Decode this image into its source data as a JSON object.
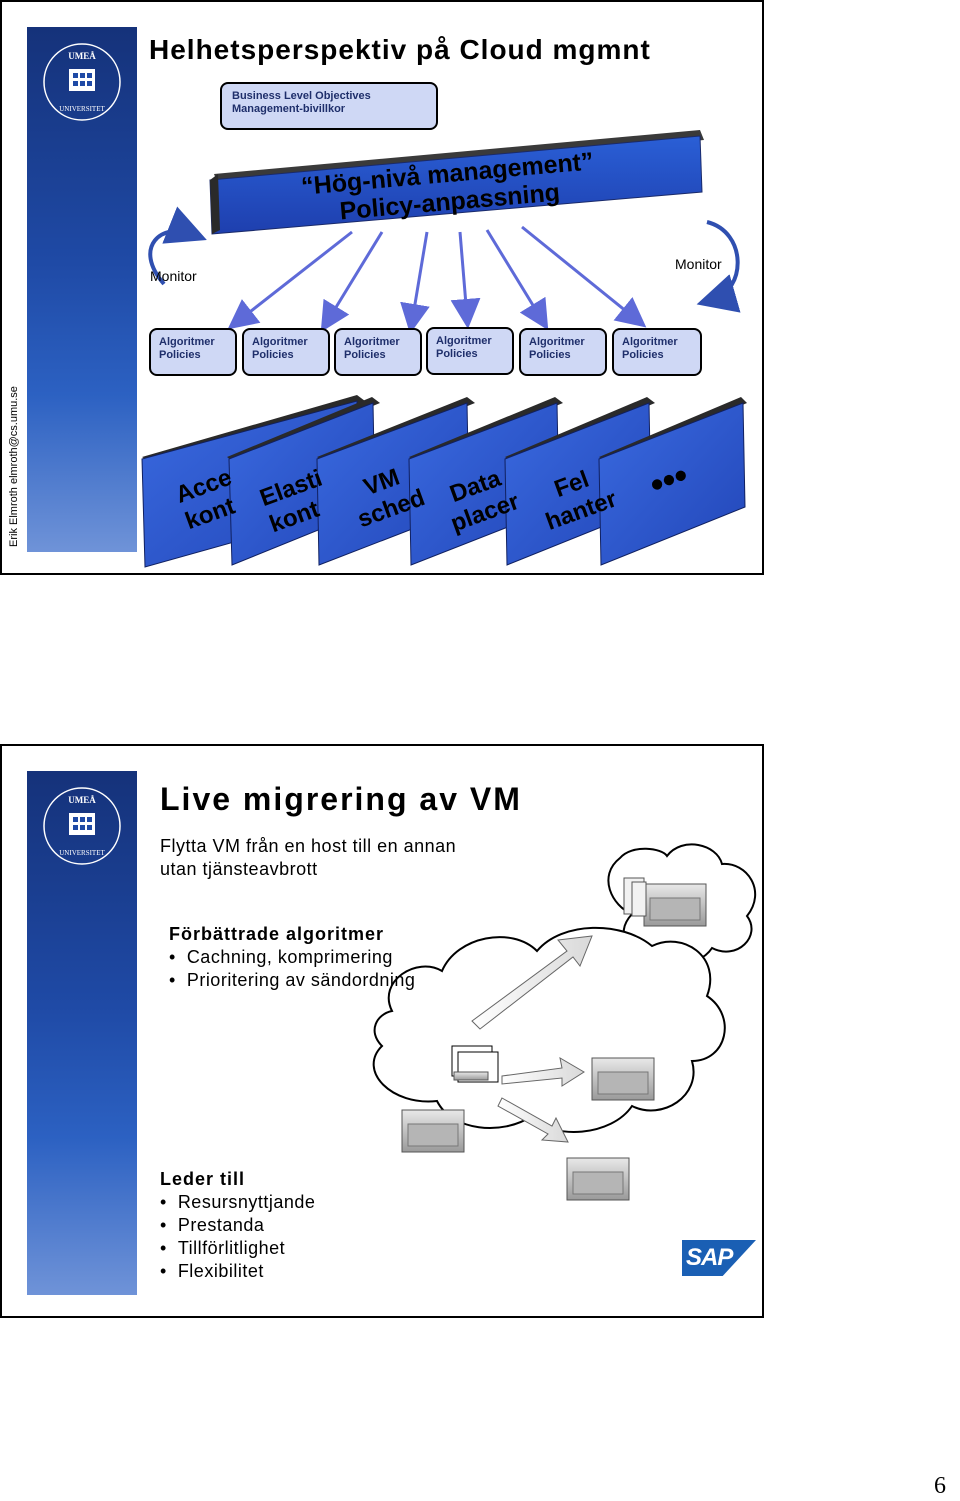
{
  "slide1": {
    "title": "Helhetsperspektiv på Cloud mgmnt",
    "objectives_line1": "Business Level Objectives",
    "objectives_line2": "Management-bivillkor",
    "banner_line1": "“Hög-nivå management”",
    "banner_line2": "Policy-anpassning",
    "monitor_left": "Monitor",
    "monitor_right": "Monitor",
    "side_text": "Erik Elmroth elmroth@cs.umu.se",
    "callouts": [
      {
        "line1": "Algoritmer",
        "line2": "Policies"
      },
      {
        "line1": "Algoritmer",
        "line2": "Policies"
      },
      {
        "line1": "Algoritmer",
        "line2": "Policies"
      },
      {
        "line1": "Algoritmer",
        "line2": "Policies"
      },
      {
        "line1": "Algoritmer",
        "line2": "Policies"
      },
      {
        "line1": "Algoritmer",
        "line2": "Policies"
      }
    ],
    "panels": [
      {
        "line1": "Acce",
        "line2": "kont"
      },
      {
        "line1": "Elasti",
        "line2": "kont"
      },
      {
        "line1": "VM",
        "line2": "sched"
      },
      {
        "line1": "Data",
        "line2": "placer"
      },
      {
        "line1": "Fel",
        "line2": "hanter"
      },
      {
        "line1": "•••",
        "line2": ""
      }
    ]
  },
  "slide2": {
    "title": "Live migrering av VM",
    "intro_line1": "Flytta VM från en host till en annan",
    "intro_line2": "utan tjänsteavbrott",
    "improved_heading": "Förbättrade algoritmer",
    "improved_items": [
      "Cachning, komprimering",
      "Prioritering av sändordning"
    ],
    "leads_heading": "Leder till",
    "leads_items": [
      "Resursnyttjande",
      "Prestanda",
      "Tillförlitlighet",
      "Flexibilitet"
    ],
    "sap_logo": "SAP"
  },
  "logo_text": "UMEÅ UNIVERSITET",
  "page_number": "6",
  "colors": {
    "accent_blue": "#1f4aa6",
    "callout_fill": "#cfd8f5"
  }
}
